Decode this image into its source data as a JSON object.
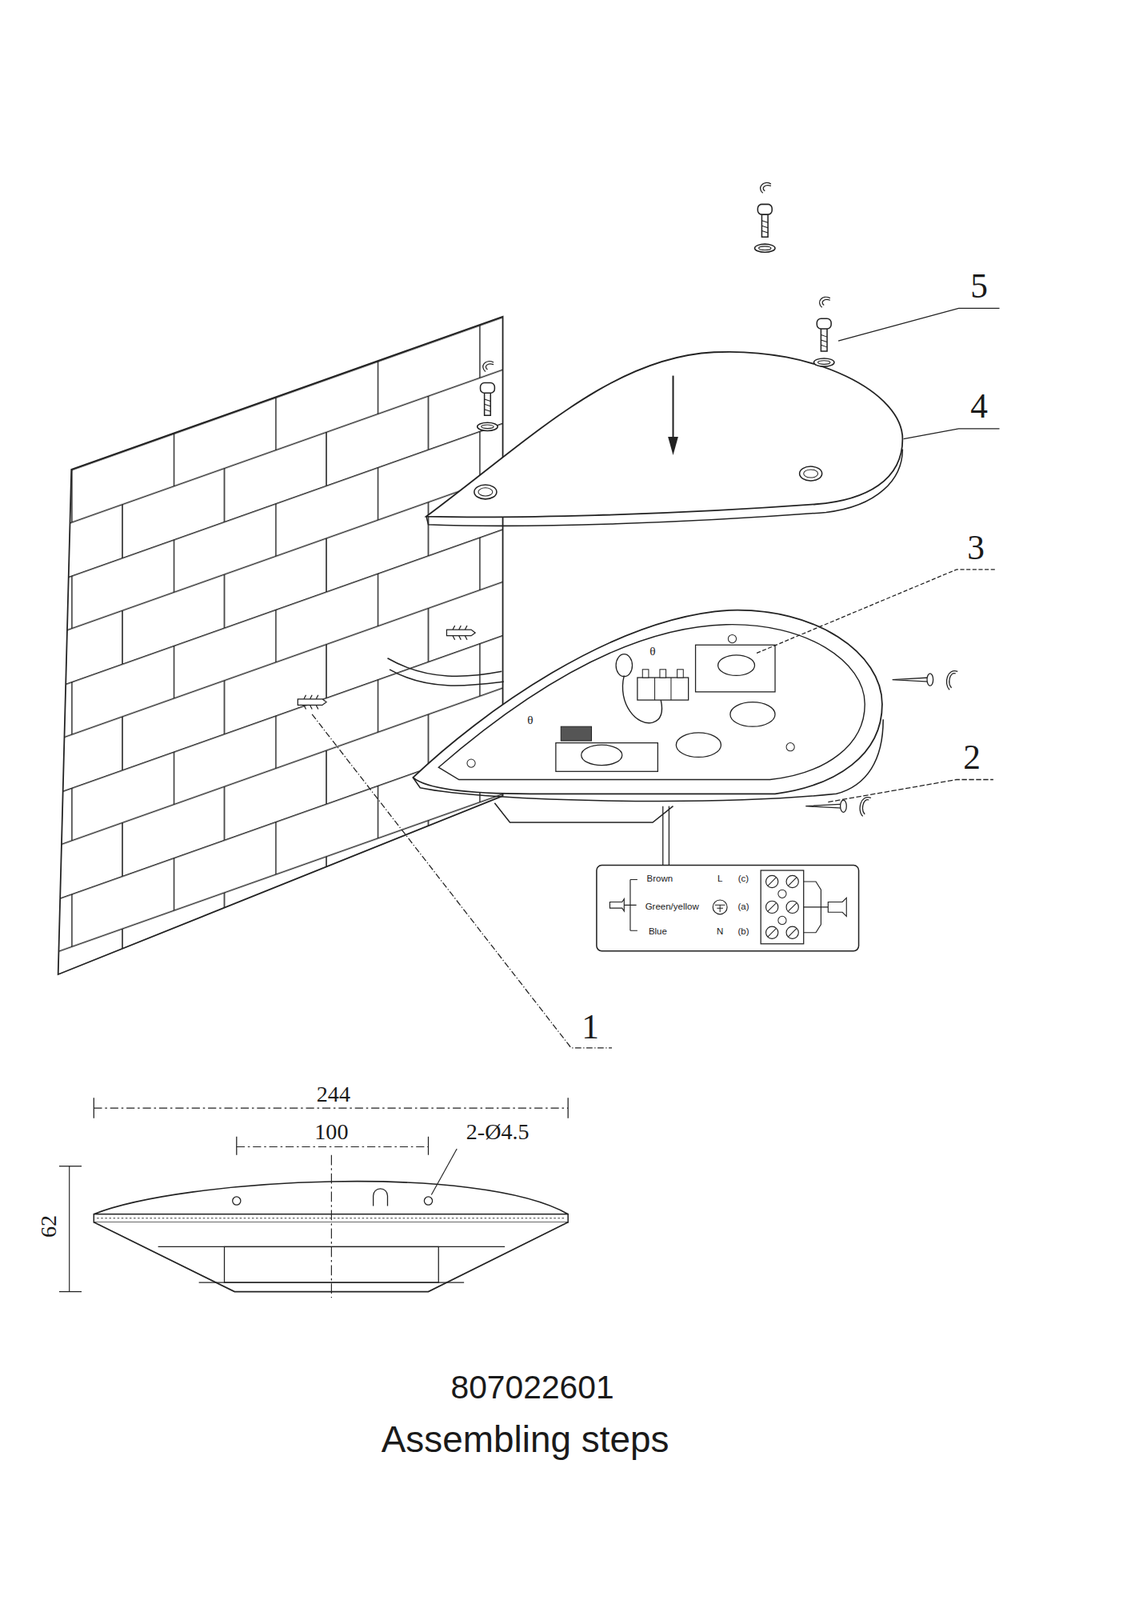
{
  "diagram": {
    "title": "807022601",
    "caption": "Assembling steps",
    "labels": [
      "5",
      "4",
      "3",
      "2",
      "1",
      "θ",
      "θ",
      "Brown",
      "L",
      "(c)",
      "Green/yellow",
      "(a)",
      "Blue",
      "N",
      "(b)",
      "244",
      "100",
      "2-Ø4.5",
      "62"
    ]
  }
}
